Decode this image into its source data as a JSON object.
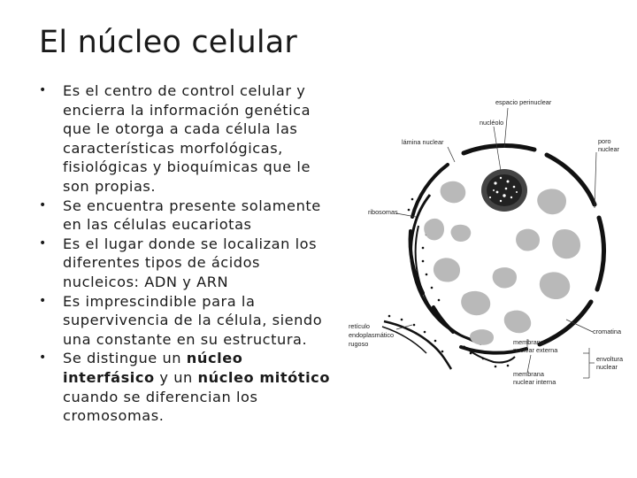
{
  "slide": {
    "title": "El núcleo celular",
    "bullets": [
      {
        "text": "Es el centro de control celular y encierra la información genética que le otorga a cada célula las características morfológicas, fisiológicas y bioquímicas que le son propias."
      },
      {
        "text": "Se encuentra presente solamente en las células eucariotas"
      },
      {
        "text": "Es el lugar donde se localizan los diferentes tipos de ácidos nucleicos: ADN y ARN"
      },
      {
        "text": "Es imprescindible para la supervivencia de la célula, siendo una constante en su estructura."
      },
      {
        "pre": "Se distingue un ",
        "bold1": "núcleo interfásico",
        "mid": " y un ",
        "bold2": "núcleo mitótico",
        "post": " cuando se diferencian los cromosomas."
      }
    ],
    "bullet_marker": "•"
  },
  "figure": {
    "labels": {
      "espacio_perinuclear": "espacio perinuclear",
      "nucleolo": "nucléolo",
      "lamina_nuclear": "lámina nuclear",
      "poro_nuclear_1": "poro",
      "poro_nuclear_2": "nuclear",
      "ribosomas": "ribosomas",
      "reticulo_1": "retículo",
      "reticulo_2": "endoplasmático",
      "reticulo_3": "rugoso",
      "cromatina": "cromatina",
      "membrana_ext_1": "membrana",
      "membrana_ext_2": "nuclear externa",
      "membrana_int_1": "membrana",
      "membrana_int_2": "nuclear interna",
      "envoltura_1": "envoltura",
      "envoltura_2": "nuclear"
    }
  }
}
